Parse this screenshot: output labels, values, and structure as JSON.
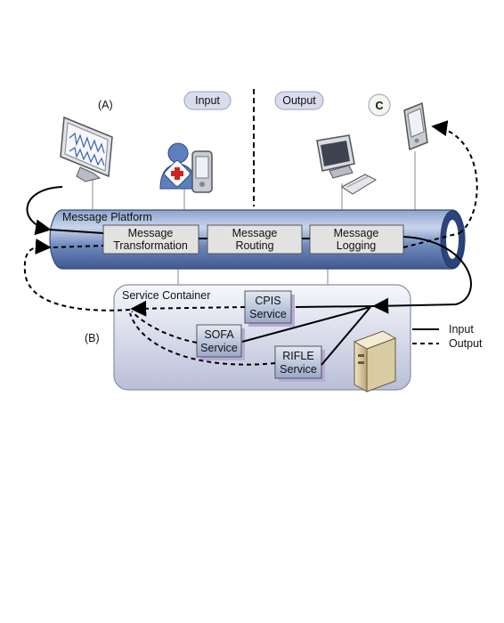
{
  "labels": {
    "a": "(A)",
    "b": "(B)",
    "c": "C",
    "input": "Input",
    "output": "Output",
    "platform": "Message Platform",
    "container": "Service Container"
  },
  "platform_boxes": [
    {
      "line1": "Message",
      "line2": "Transformation"
    },
    {
      "line1": "Message",
      "line2": "Routing"
    },
    {
      "line1": "Message",
      "line2": "Logging"
    }
  ],
  "services": [
    {
      "line1": "CPIS",
      "line2": "Service"
    },
    {
      "line1": "SOFA",
      "line2": "Service"
    },
    {
      "line1": "RIFLE",
      "line2": "Service"
    }
  ],
  "legend": {
    "input": "Input",
    "output": "Output"
  },
  "icons": [
    "monitor-icon",
    "medical-user-icon",
    "pda-icon",
    "computer-icon",
    "server-icon"
  ]
}
